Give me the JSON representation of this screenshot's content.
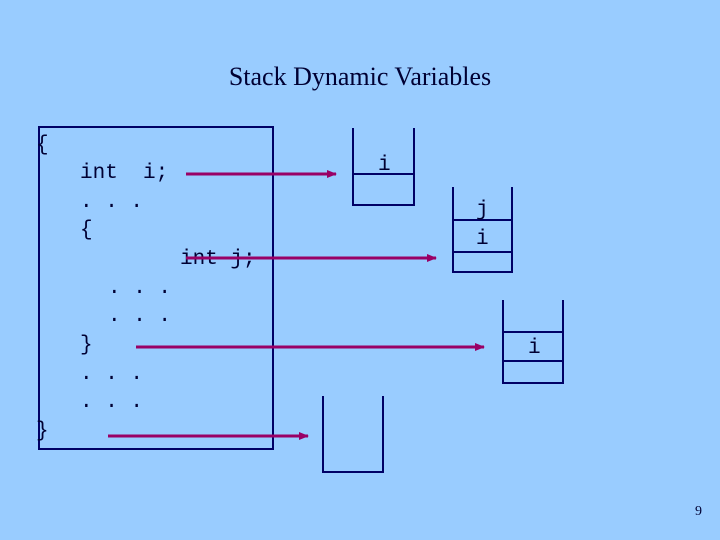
{
  "slide": {
    "title": "Stack Dynamic Variables",
    "page_number": "9"
  },
  "code": {
    "outer_open": "{",
    "decl_i": "int  i;",
    "dots_1": ". . .",
    "inner_open": "{",
    "decl_j": "int j;",
    "dots_2": ". . .",
    "dots_3": ". . .",
    "inner_close": "}",
    "dots_4": ". . .",
    "dots_5": ". . .",
    "outer_close": "}"
  },
  "stacks": {
    "stack1": [
      "i"
    ],
    "stack2": [
      "j",
      "i"
    ],
    "stack3": [
      "i"
    ],
    "stack4": []
  },
  "colors": {
    "background": "#99ccff",
    "arrow": "#990066",
    "box": "#000066"
  }
}
